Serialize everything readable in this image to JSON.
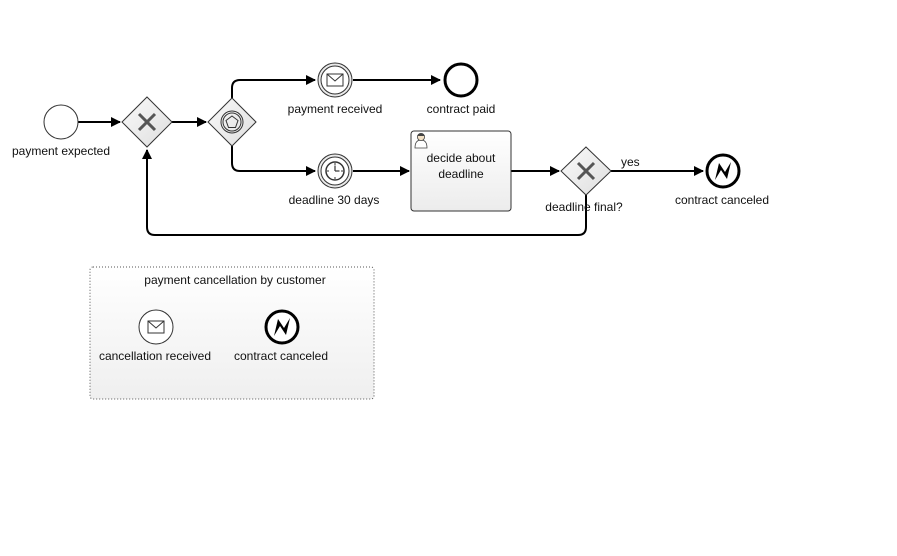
{
  "nodes": {
    "payment_expected": "payment expected",
    "payment_received": "payment received",
    "contract_paid": "contract paid",
    "deadline_30_days": "deadline 30 days",
    "decide_about_deadline_line1": "decide about",
    "decide_about_deadline_line2": "deadline",
    "deadline_final": "deadline final?",
    "contract_canceled": "contract canceled"
  },
  "flows": {
    "yes_label": "yes"
  },
  "event_subprocess": {
    "title": "payment cancellation by customer",
    "cancellation_received": "cancellation received",
    "contract_canceled": "contract canceled"
  },
  "icons": {
    "start_event": "plain-circle-icon",
    "exclusive_gateway": "x-icon",
    "event_based_gateway": "pentagon-icon",
    "message_event": "envelope-icon",
    "timer_event": "clock-icon",
    "user_task": "user-icon",
    "cancel_end_event": "lightning-icon"
  },
  "colors": {
    "stroke": "#000000",
    "gateway_fill": "#e8e8e8",
    "subprocess_border": "#555555"
  }
}
